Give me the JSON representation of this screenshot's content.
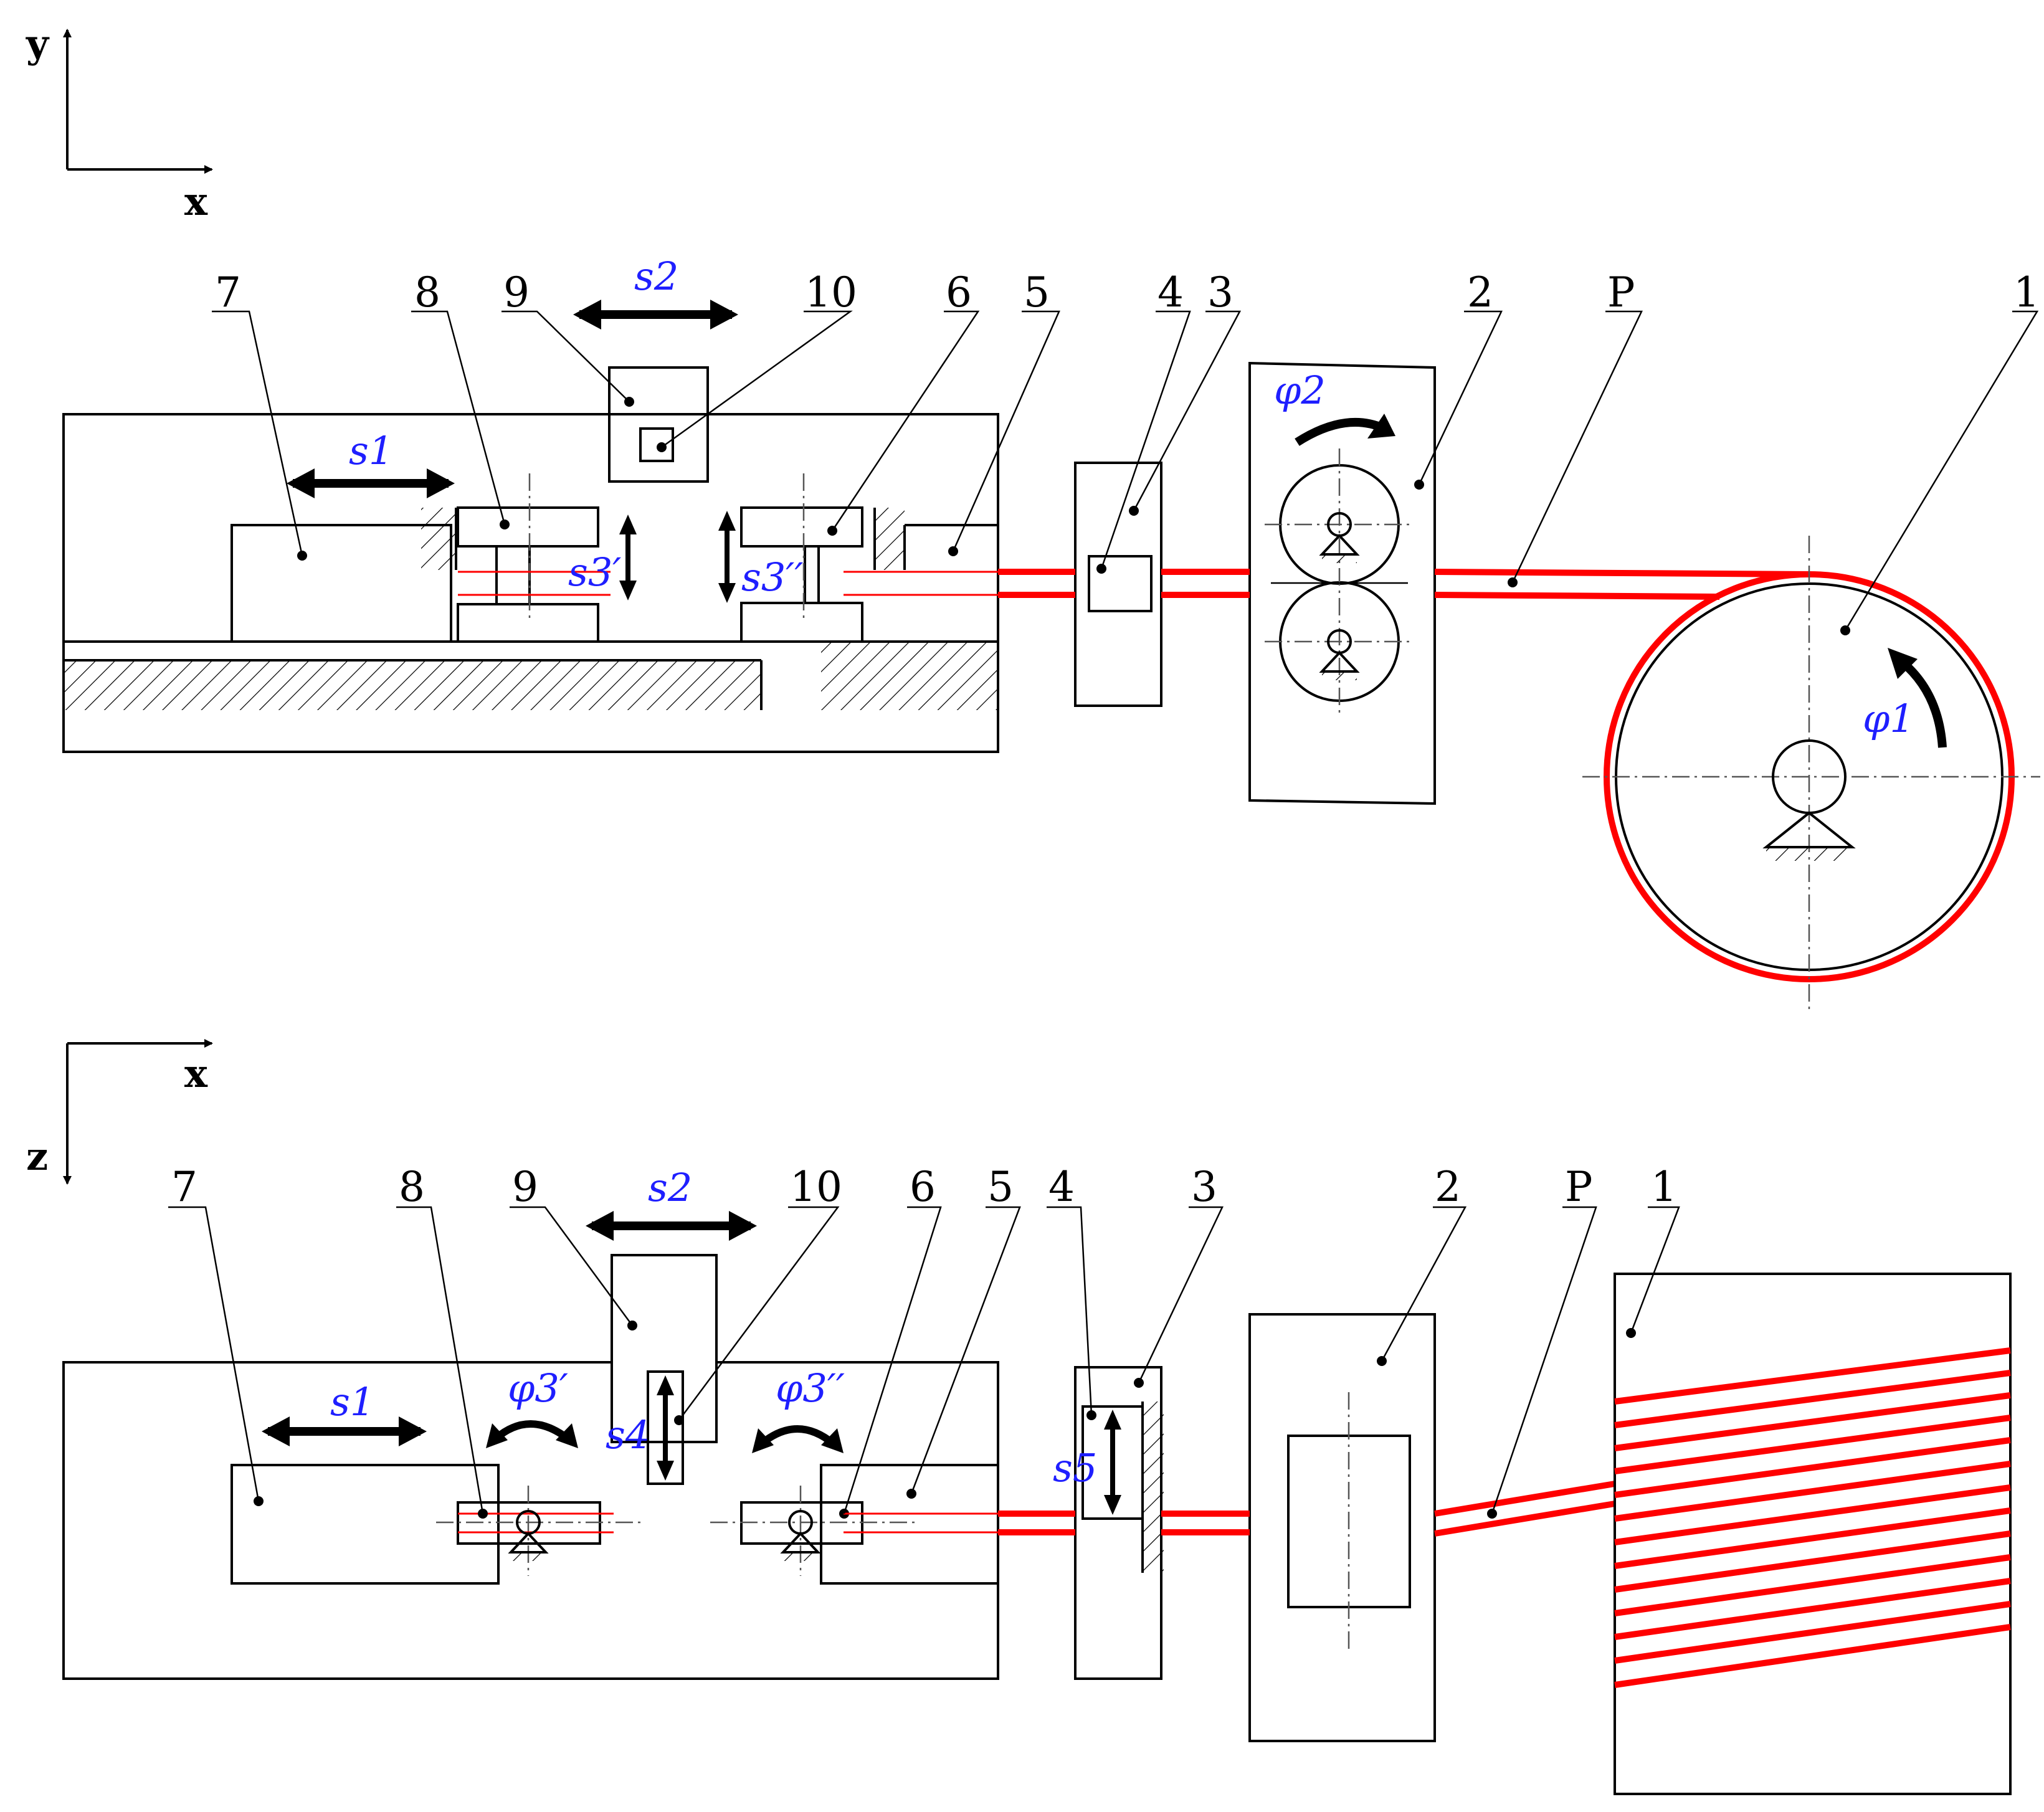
{
  "diagram": {
    "accent_color": "#ff0000",
    "variable_color": "#1f1fff",
    "views": [
      {
        "id": "top-view",
        "axis_vertical": "y",
        "axis_horizontal": "x",
        "part_labels": [
          "7",
          "8",
          "9",
          "10",
          "6",
          "5",
          "4",
          "3",
          "2",
          "P",
          "1"
        ],
        "motion_labels": {
          "s1": "s1",
          "s2": "s2",
          "s3a": "s3′",
          "s3b": "s3′′",
          "phi1": "φ1",
          "phi2": "φ2"
        }
      },
      {
        "id": "side-view",
        "axis_vertical": "z",
        "axis_horizontal": "x",
        "part_labels": [
          "7",
          "8",
          "9",
          "10",
          "6",
          "5",
          "4",
          "3",
          "2",
          "P",
          "1"
        ],
        "motion_labels": {
          "s1": "s1",
          "s2": "s2",
          "s4": "s4",
          "s5": "s5",
          "phi3a": "φ3′",
          "phi3b": "φ3′′"
        }
      }
    ]
  }
}
